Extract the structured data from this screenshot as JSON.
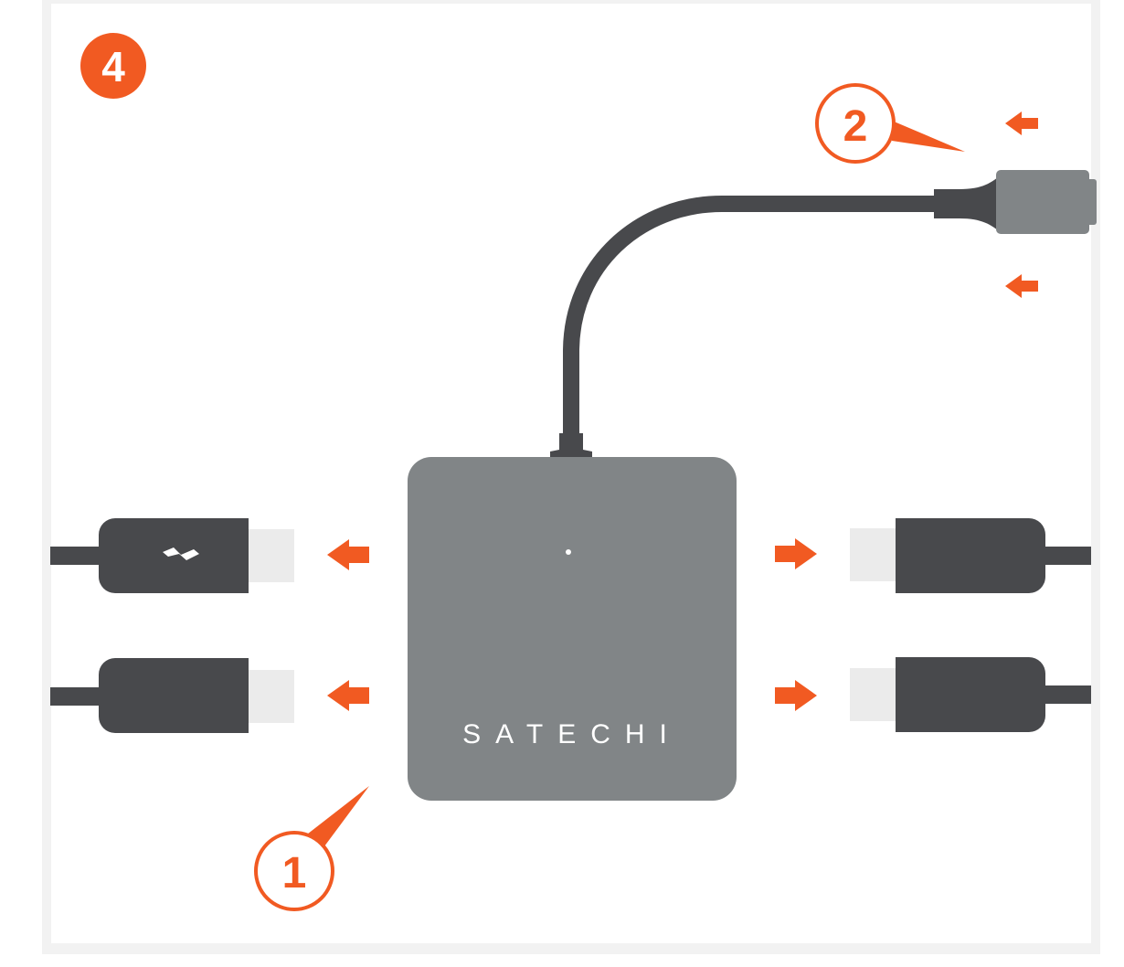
{
  "colors": {
    "accent": "#f15a22",
    "hub_body": "#818587",
    "cable": "#48494c",
    "connector_metal": "#818587",
    "port_light": "#ebebeb",
    "background": "#ffffff",
    "frame": "#f2f2f2"
  },
  "step": {
    "number": "4"
  },
  "hub": {
    "brand": "SATECHI"
  },
  "callouts": [
    {
      "number": "1",
      "target": "hub-body"
    },
    {
      "number": "2",
      "target": "usb-c-host-connector"
    }
  ],
  "icons": {
    "charging_connector": "lightning-bolt-icon",
    "direction_indicator": "arrow-icon"
  }
}
